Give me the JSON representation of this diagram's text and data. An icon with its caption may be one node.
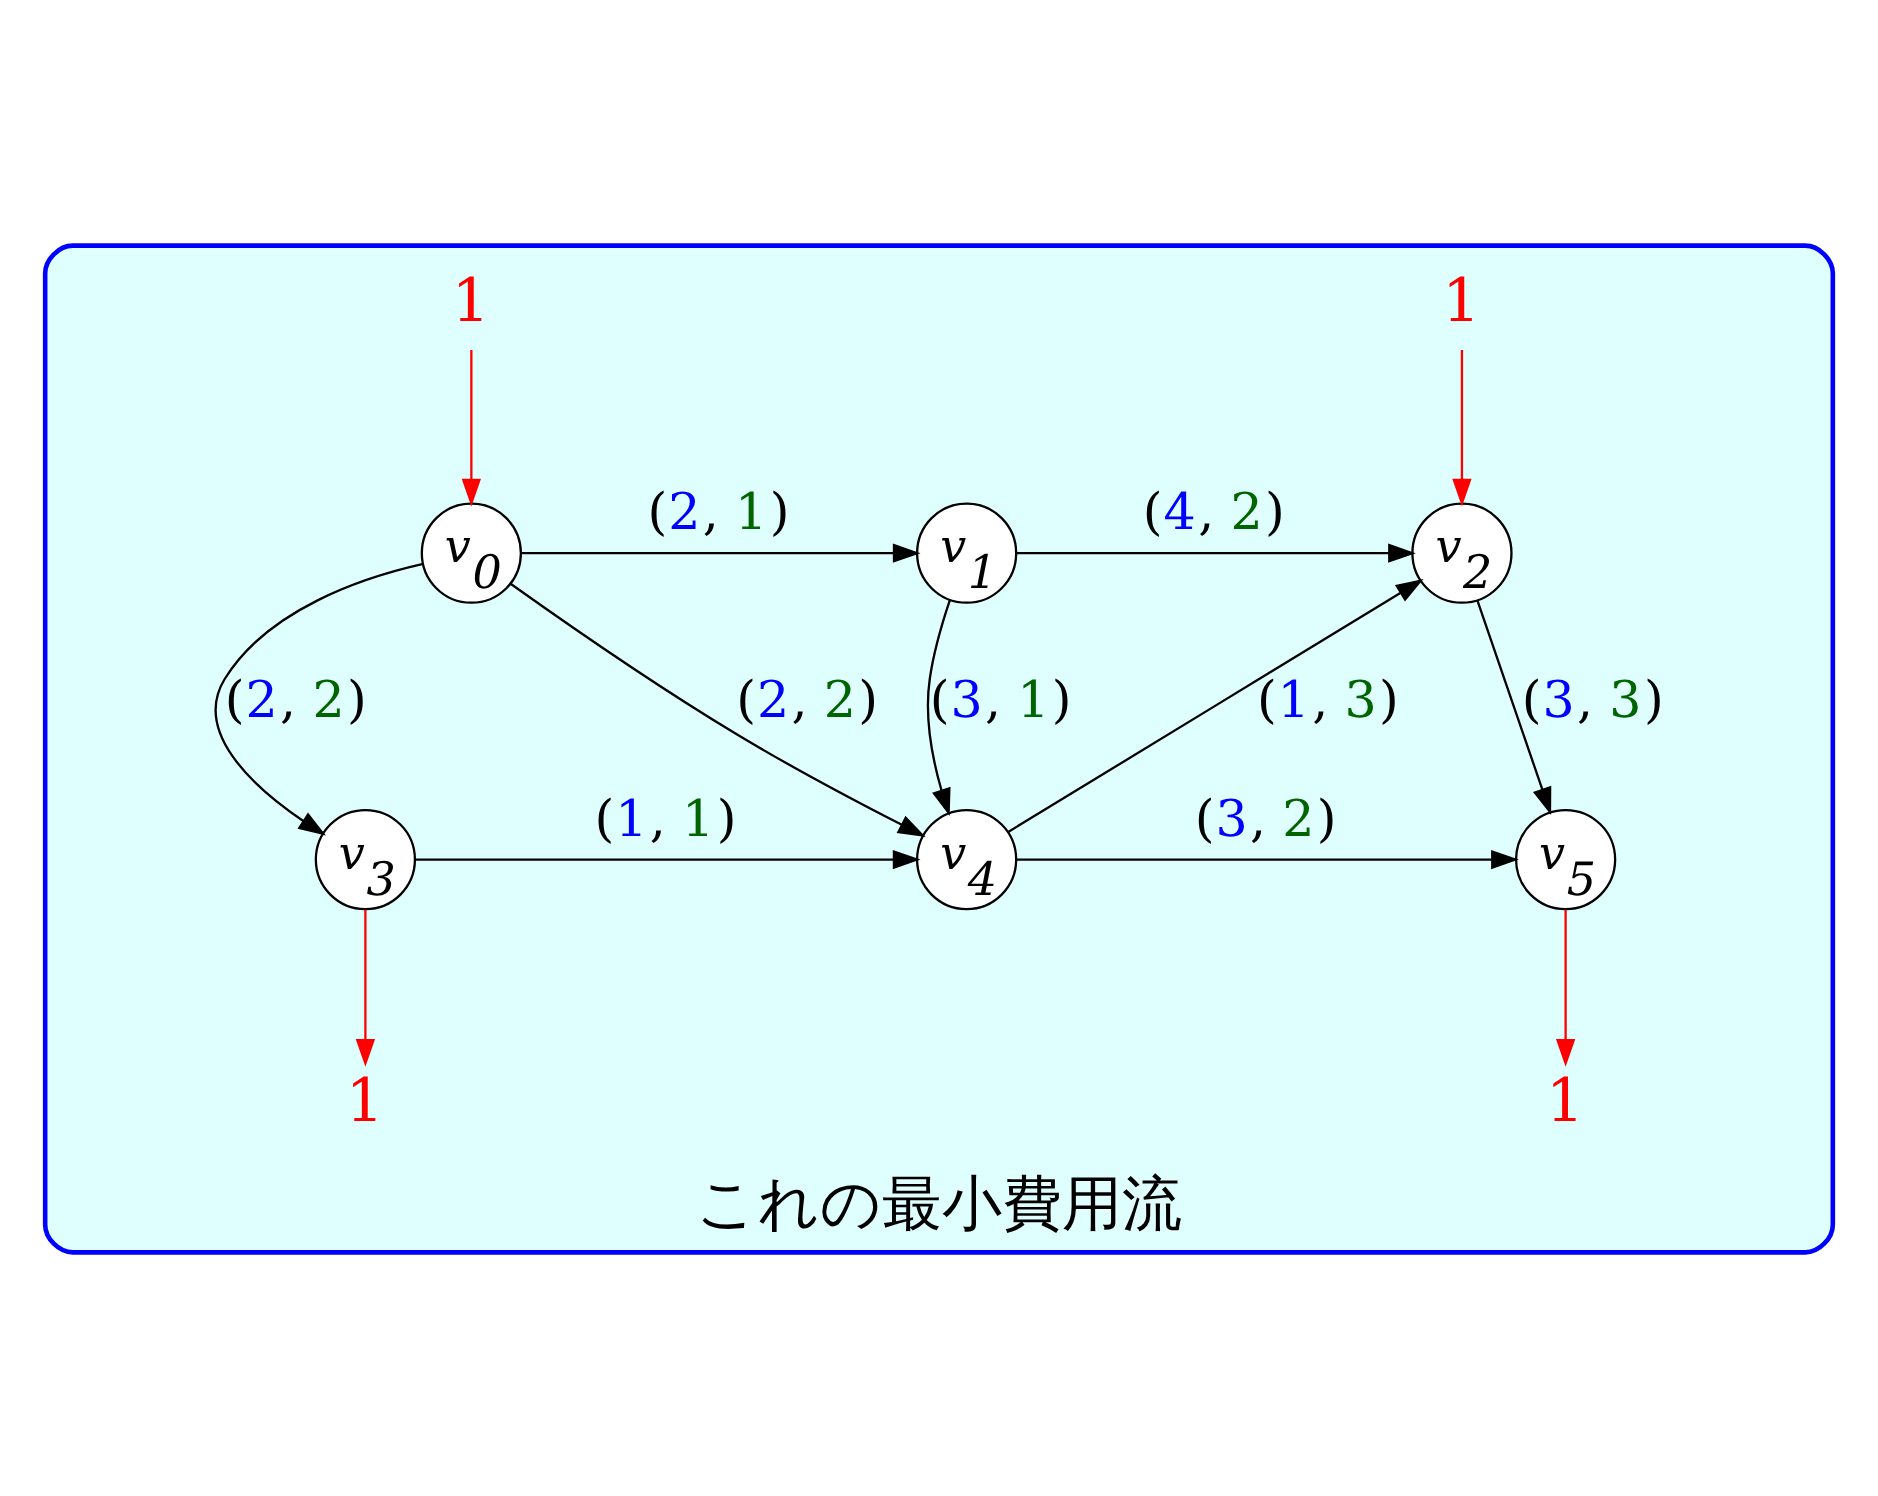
{
  "diagram": {
    "nodes": [
      {
        "text": [
          "これの最小費用流"
        ]
      },
      {
        "text": [
          "1"
        ],
        "in": 0
      },
      {
        "text": [
          "1"
        ],
        "in": 0
      },
      {
        "text": [
          "v$_{0}$"
        ],
        "in": 0
      },
      {
        "text": [
          "v$_{1}$"
        ],
        "in": 0
      },
      {
        "text": [
          "v$_{2}$"
        ],
        "in": 0
      },
      {
        "text": [
          "v$_{3}$"
        ],
        "in": 0
      },
      {
        "text": [
          "v$_{4}$"
        ],
        "in": 0
      },
      {
        "text": [
          "v$_{5}$"
        ],
        "in": 0
      },
      {
        "text": [
          "1"
        ],
        "in": 0
      },
      {
        "text": [
          "1"
        ],
        "in": 0
      }
    ],
    "edges": [
      {
        "from": 1,
        "to": 3,
        "arrow": "to",
        "color": "#ff0000"
      },
      {
        "from": 2,
        "to": 5,
        "arrow": "to",
        "color": "#ff0000"
      },
      {
        "from": 3,
        "to": 4,
        "arrow": "to",
        "label": "(2, 1)"
      },
      {
        "from": 4,
        "to": 5,
        "arrow": "to",
        "label": "(4, 2)"
      },
      {
        "from": 3,
        "to": 6,
        "arrow": "to",
        "label": "(2, 2)"
      },
      {
        "from": 3,
        "to": 7,
        "arrow": "to",
        "label": "(2, 2)"
      },
      {
        "from": 4,
        "to": 7,
        "arrow": "to",
        "label": "(3, 1)"
      },
      {
        "from": 7,
        "to": 5,
        "arrow": "to",
        "label": "(1, 3)"
      },
      {
        "from": 5,
        "to": 8,
        "arrow": "to",
        "label": "(3, 3)"
      },
      {
        "from": 6,
        "to": 7,
        "arrow": "to",
        "label": "(1, 1)"
      },
      {
        "from": 7,
        "to": 8,
        "arrow": "to",
        "label": "(3, 2)"
      },
      {
        "from": 6,
        "to": 9,
        "arrow": "to",
        "color": "#ff0000"
      },
      {
        "from": 8,
        "to": 10,
        "arrow": "to",
        "color": "#ff0000"
      }
    ]
  }
}
